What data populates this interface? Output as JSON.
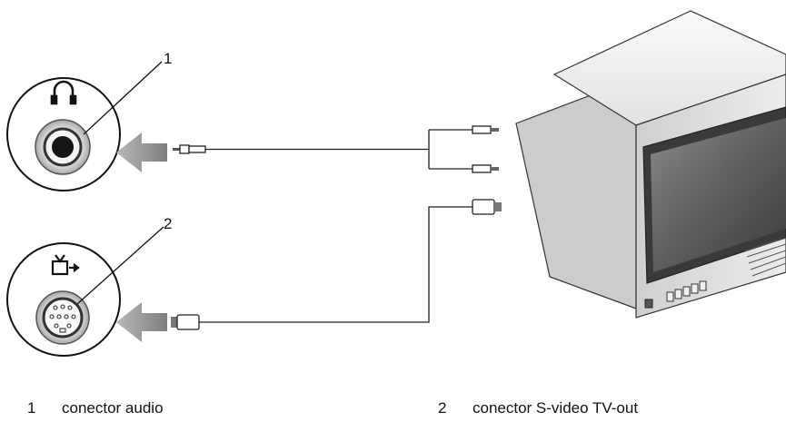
{
  "callouts": {
    "audio_number": "1",
    "svideo_number": "2"
  },
  "legend": [
    {
      "number": "1",
      "label": "conector audio"
    },
    {
      "number": "2",
      "label": "conector S-video TV-out"
    }
  ],
  "icons": {
    "audio_port": "headphones-icon",
    "video_port": "tv-out-icon",
    "device": "television"
  }
}
